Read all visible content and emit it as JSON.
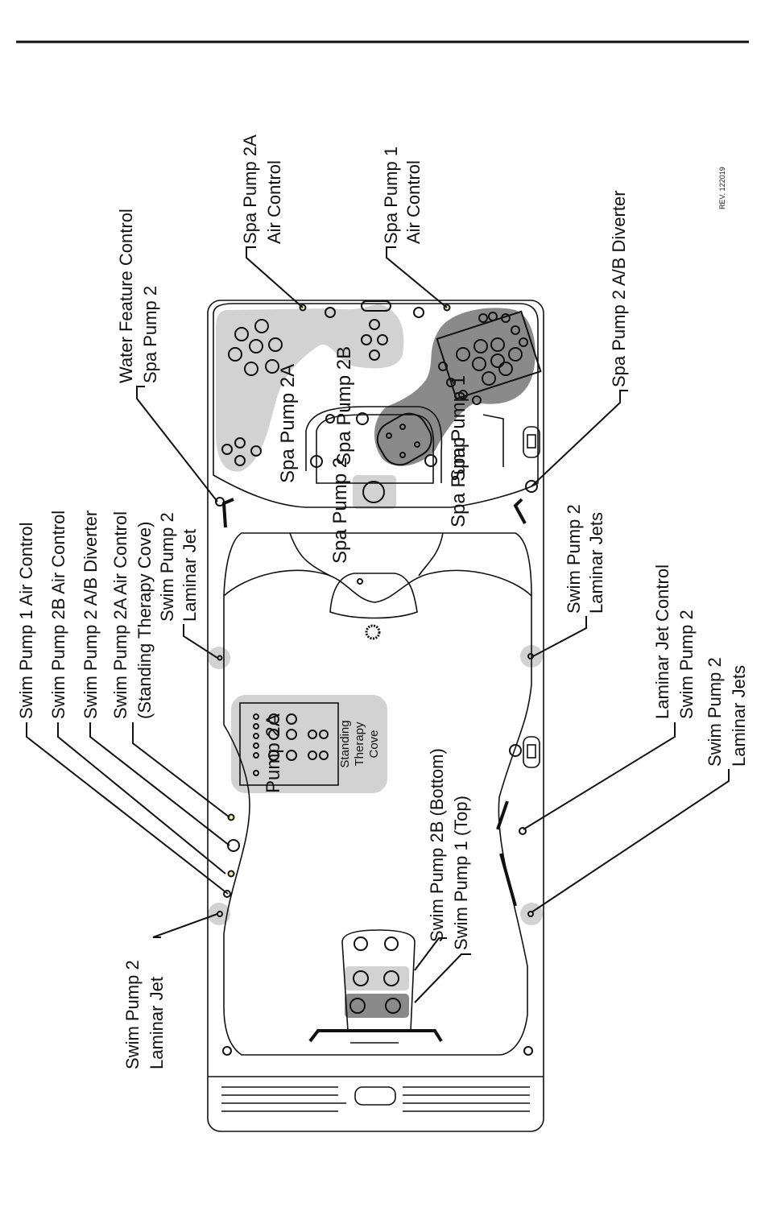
{
  "revision": "REV. 122019",
  "colors": {
    "zone_light": "#d2d2d2",
    "zone_dark": "#8a8a8a",
    "control_fill": "#f3e9a6",
    "line": "#111111"
  },
  "zones": {
    "spa_pump_2a": "Spa Pump 2A",
    "spa_pump_2b": "Spa Pump 2B",
    "spa_pump_1": "Spa Pump 1",
    "spa_pump_2": "Spa Pump 2",
    "pump_2a": "Pump 2A",
    "standing_cove": [
      "Standing",
      "Therapy",
      "Cove"
    ]
  },
  "callouts": {
    "swim_pump_1_air": "Swim Pump 1 Air Control",
    "swim_pump_2b_air": "Swim Pump 2B Air Control",
    "swim_pump_2_ab_diverter": "Swim Pump 2 A/B Diverter",
    "swim_pump_2a_air": [
      "Swim Pump 2A Air Control",
      "(Standing Therapy Cove)"
    ],
    "swim_pump_2_laminar_jet_upper": [
      "Swim Pump 2",
      "Laminar Jet"
    ],
    "swim_pump_2_laminar_jet_lower": [
      "Swim Pump 2",
      "Laminar Jet"
    ],
    "water_feature_control": [
      "Water Feature Control",
      "Spa Pump 2"
    ],
    "spa_pump_2a_air": [
      "Spa Pump 2A",
      "Air Control"
    ],
    "spa_pump_1_air": [
      "Spa Pump 1",
      "Air Control"
    ],
    "spa_pump_2_ab_diverter": "Spa Pump 2 A/B Diverter",
    "swim_pump_2_laminar_jets_right": [
      "Swim Pump 2",
      "Laminar Jets"
    ],
    "laminar_jet_control": [
      "Laminar Jet Control",
      "Swim Pump 2"
    ],
    "swim_pump_2_laminar_jets_bottom": [
      "Swim Pump 2",
      "Laminar Jets"
    ],
    "swim_pump_2b_bottom": "Swim Pump 2B (Bottom)",
    "swim_pump_1_top": "Swim Pump 1 (Top)"
  }
}
